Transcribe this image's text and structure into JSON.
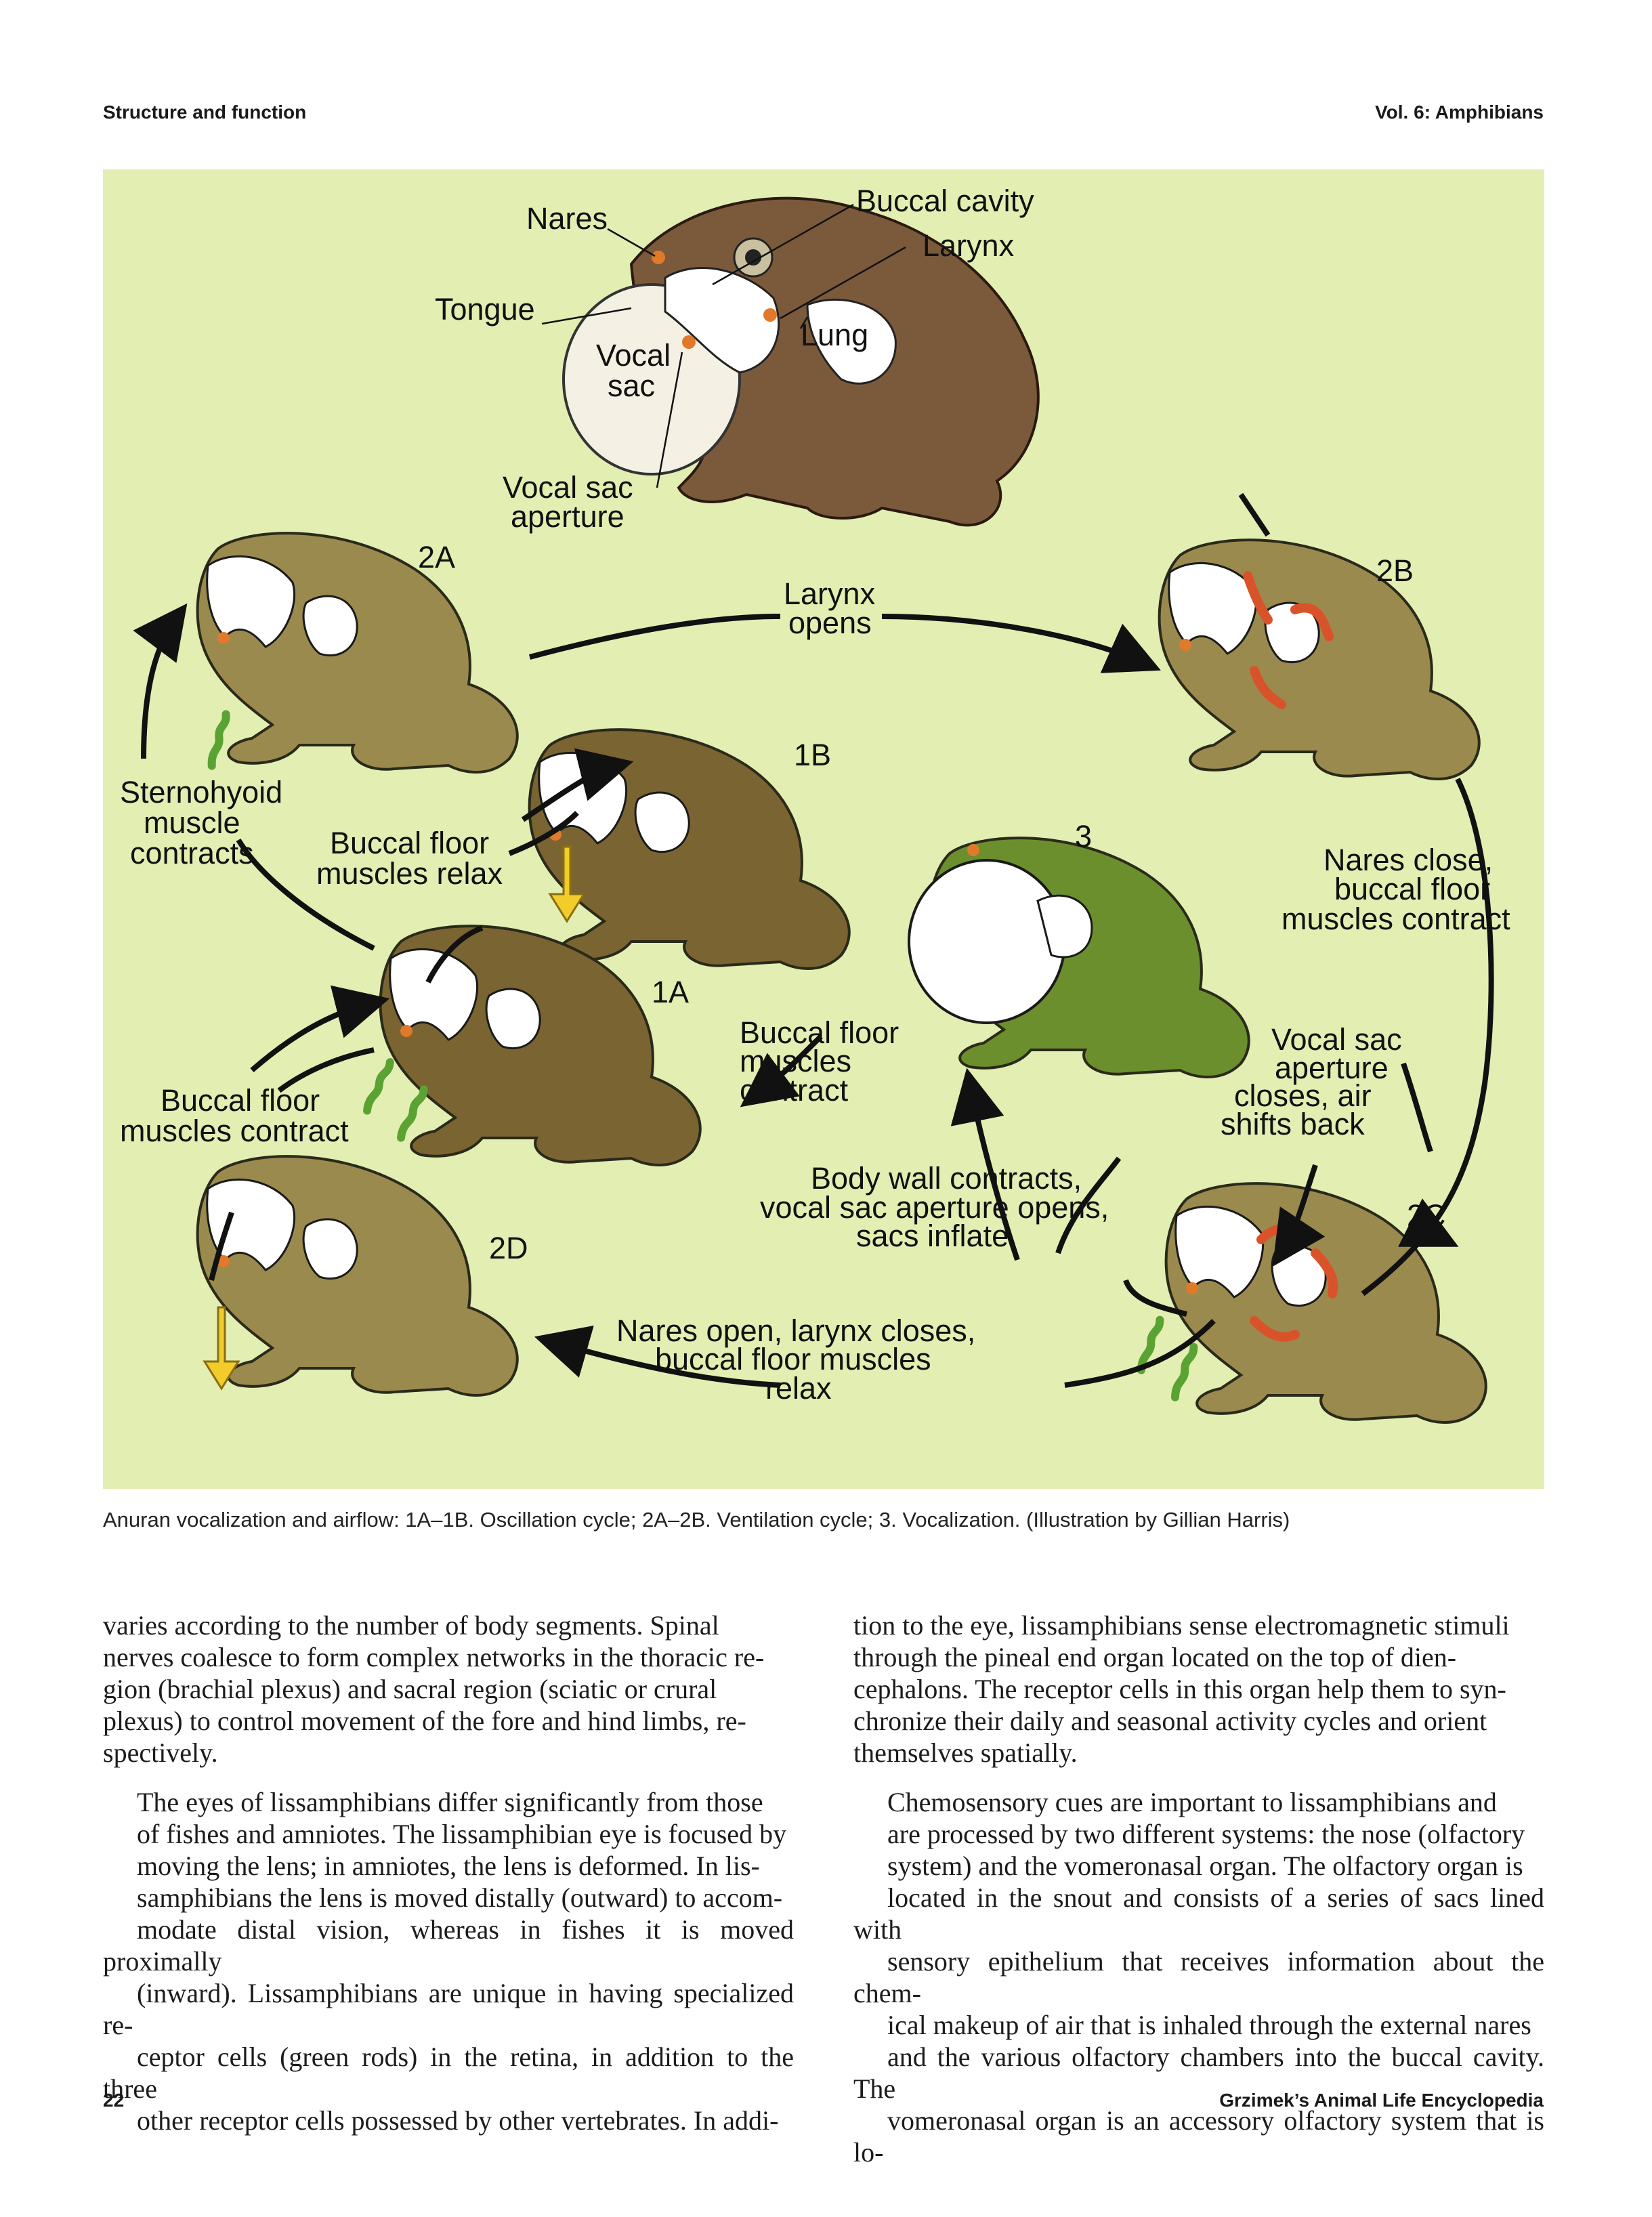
{
  "header": {
    "section": "Structure and function",
    "volume": "Vol. 6: Amphibians"
  },
  "figure": {
    "labels": {
      "nares": "Nares",
      "tongue": "Tongue",
      "vocal_sac_1": "Vocal",
      "vocal_sac_2": "sac",
      "vocal_sac_aperture_1": "Vocal sac",
      "vocal_sac_aperture_2": "aperture",
      "buccal_cavity": "Buccal cavity",
      "larynx": "Larynx",
      "lung": "Lung",
      "stage_2a": "2A",
      "stage_2b": "2B",
      "stage_1b": "1B",
      "stage_1a": "1A",
      "stage_3": "3",
      "stage_2c": "2C",
      "stage_2d": "2D",
      "larynx_opens_1": "Larynx",
      "larynx_opens_2": "opens",
      "sternohyoid_1": "Sternohyoid",
      "sternohyoid_2": "muscle",
      "sternohyoid_3": "contracts",
      "buccal_relax_1": "Buccal floor",
      "buccal_relax_2": "muscles relax",
      "nares_close_1": "Nares close,",
      "nares_close_2": "buccal floor",
      "nares_close_3": "muscles contract",
      "buccal_contract_mid_1": "Buccal floor",
      "buccal_contract_mid_2": "muscles",
      "buccal_contract_mid_3": "contract",
      "vocal_sac_closes_1": "Vocal sac",
      "vocal_sac_closes_2": "aperture",
      "vocal_sac_closes_3": "closes, air",
      "vocal_sac_closes_4": "shifts back",
      "buccal_contract_left_1": "Buccal floor",
      "buccal_contract_left_2": "muscles contract",
      "body_wall_1": "Body wall contracts,",
      "body_wall_2": "vocal sac aperture opens,",
      "body_wall_3": "sacs inflate",
      "nares_open_1": "Nares open, larynx closes,",
      "nares_open_2": "buccal floor muscles",
      "nares_open_3": "relax"
    },
    "caption": "Anuran vocalization and airflow: 1A–1B. Oscillation cycle; 2A–2B. Ventilation cycle; 3. Vocalization. (Illustration by Gillian Harris)",
    "colors": {
      "background": "#e3eeb3",
      "frog_olive": "#9b8a4e",
      "frog_dark": "#7a6432",
      "frog_green": "#6c8f2e",
      "toad_brown": "#7b5a3c",
      "arrow_green": "#5aa332",
      "arrow_yellow": "#f2cc2a",
      "arrow_red": "#d9532a",
      "orange_marker": "#e07a2a"
    }
  },
  "body": {
    "left_col": [
      [
        "varies according to the number of body segments. Spinal",
        "nerves coalesce to form complex networks in the thoracic re-",
        "gion (brachial plexus) and sacral region (sciatic or crural",
        "plexus) to control movement of the fore and hind limbs, re-",
        "spectively."
      ],
      [
        "The eyes of lissamphibians differ significantly from those",
        "of fishes and amniotes. The lissamphibian eye is focused by",
        "moving the lens; in amniotes, the lens is deformed. In lis-",
        "samphibians the lens is moved distally (outward) to accom-",
        "modate distal vision, whereas in fishes it is moved proximally",
        "(inward). Lissamphibians are unique in having specialized re-",
        "ceptor cells (green rods) in the retina, in addition to the three",
        "other receptor cells possessed by other vertebrates. In addi-"
      ]
    ],
    "right_col": [
      [
        "tion to the eye, lissamphibians sense electromagnetic stimuli",
        "through the pineal end organ located on the top of dien-",
        "cephalons. The receptor cells in this organ help them to syn-",
        "chronize their daily and seasonal activity cycles and orient",
        "themselves spatially."
      ],
      [
        "Chemosensory cues are important to lissamphibians and",
        "are processed by two different systems: the nose (olfactory",
        "system) and the vomeronasal organ. The olfactory organ is",
        "located in the snout and consists of a series of sacs lined with",
        "sensory epithelium that receives information about the chem-",
        "ical makeup of air that is inhaled through the external nares",
        "and the various olfactory chambers into the buccal cavity. The",
        "vomeronasal organ is an accessory olfactory system that is lo-"
      ]
    ]
  },
  "footer": {
    "page_number": "22",
    "publication": "Grzimek’s Animal Life Encyclopedia"
  }
}
